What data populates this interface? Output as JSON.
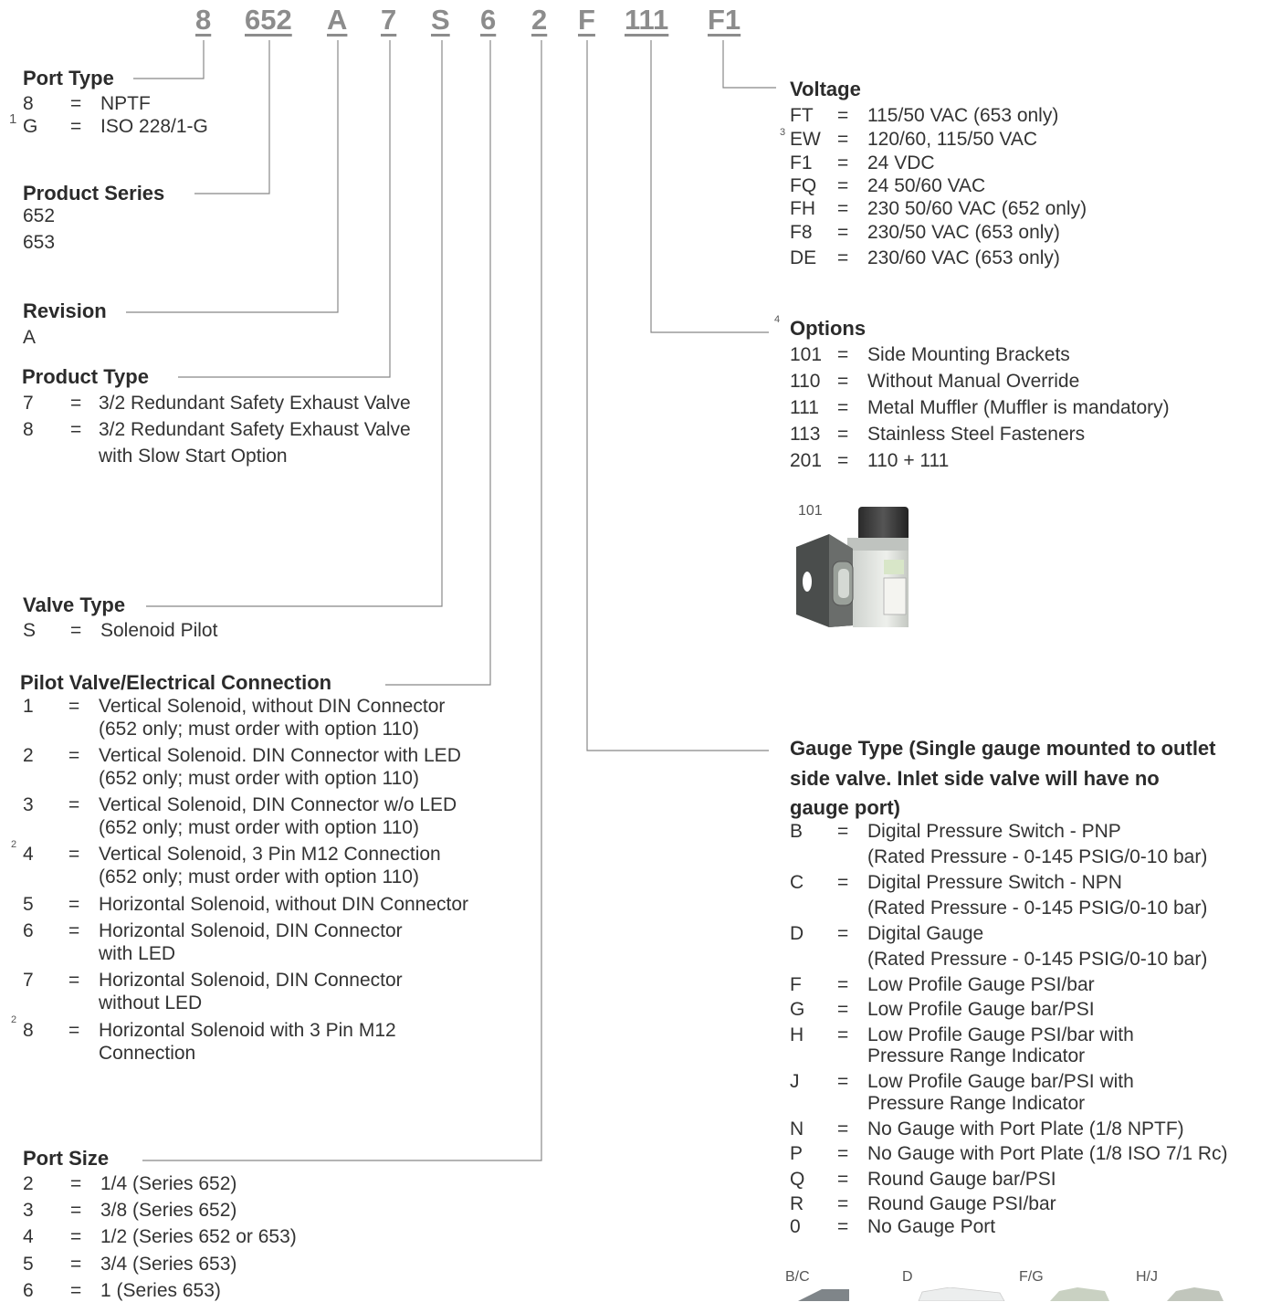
{
  "model_code": {
    "segments": [
      "8",
      "652",
      "A",
      "7",
      "S",
      "6",
      "2",
      "F",
      "111",
      "F1"
    ]
  },
  "port_type": {
    "title": "Port Type",
    "rows": [
      {
        "code": "8",
        "eq": "=",
        "desc": "NPTF",
        "note": ""
      },
      {
        "code": "G",
        "eq": "=",
        "desc": "ISO 228/1-G",
        "note": "1"
      }
    ]
  },
  "product_series": {
    "title": "Product Series",
    "values": [
      "652",
      "653"
    ]
  },
  "revision": {
    "title": "Revision",
    "value": "A"
  },
  "product_type": {
    "title": "Product Type",
    "rows": [
      {
        "code": "7",
        "eq": "=",
        "desc": "3/2 Redundant Safety Exhaust Valve",
        "desc2": ""
      },
      {
        "code": "8",
        "eq": "=",
        "desc": "3/2 Redundant Safety Exhaust Valve",
        "desc2": "with Slow Start Option"
      }
    ]
  },
  "valve_type": {
    "title": "Valve Type",
    "rows": [
      {
        "code": "S",
        "eq": "=",
        "desc": "Solenoid Pilot"
      }
    ]
  },
  "pilot_valve": {
    "title": "Pilot Valve/Electrical Connection",
    "rows": [
      {
        "code": "1",
        "eq": "=",
        "desc": "Vertical Solenoid, without DIN Connector",
        "desc2": "(652 only; must order with option 110)",
        "note": ""
      },
      {
        "code": "2",
        "eq": "=",
        "desc": "Vertical Solenoid. DIN Connector with LED",
        "desc2": "(652 only; must order with option 110)",
        "note": ""
      },
      {
        "code": "3",
        "eq": "=",
        "desc": "Vertical Solenoid, DIN Connector w/o LED",
        "desc2": "(652 only; must order with option 110)",
        "note": ""
      },
      {
        "code": "4",
        "eq": "=",
        "desc": "Vertical Solenoid, 3 Pin M12 Connection",
        "desc2": "(652 only; must order with option 110)",
        "note": "2"
      },
      {
        "code": "5",
        "eq": "=",
        "desc": "Horizontal Solenoid, without DIN Connector",
        "desc2": "",
        "note": ""
      },
      {
        "code": "6",
        "eq": "=",
        "desc": "Horizontal Solenoid, DIN Connector",
        "desc2": "with LED",
        "note": ""
      },
      {
        "code": "7",
        "eq": "=",
        "desc": "Horizontal Solenoid, DIN Connector",
        "desc2": "without LED",
        "note": ""
      },
      {
        "code": "8",
        "eq": "=",
        "desc": "Horizontal Solenoid with 3 Pin M12",
        "desc2": "Connection",
        "note": "2"
      }
    ]
  },
  "port_size": {
    "title": "Port Size",
    "rows": [
      {
        "code": "2",
        "eq": "=",
        "desc": "1/4 (Series 652)"
      },
      {
        "code": "3",
        "eq": "=",
        "desc": "3/8 (Series 652)"
      },
      {
        "code": "4",
        "eq": "=",
        "desc": "1/2 (Series 652 or 653)"
      },
      {
        "code": "5",
        "eq": "=",
        "desc": "3/4 (Series 653)"
      },
      {
        "code": "6",
        "eq": "=",
        "desc": "1 (Series 653)"
      }
    ]
  },
  "voltage": {
    "title": "Voltage",
    "rows": [
      {
        "code": "FT",
        "eq": "=",
        "desc": "115/50 VAC (653 only)",
        "note": ""
      },
      {
        "code": "EW",
        "eq": "=",
        "desc": "120/60, 115/50 VAC",
        "note": "3"
      },
      {
        "code": "F1",
        "eq": "=",
        "desc": "24 VDC",
        "note": ""
      },
      {
        "code": "FQ",
        "eq": "=",
        "desc": "24 50/60 VAC",
        "note": ""
      },
      {
        "code": "FH",
        "eq": "=",
        "desc": "230 50/60 VAC (652 only)",
        "note": ""
      },
      {
        "code": "F8",
        "eq": "=",
        "desc": "230/50 VAC (653 only)",
        "note": ""
      },
      {
        "code": "DE",
        "eq": "=",
        "desc": "230/60 VAC (653 only)",
        "note": ""
      }
    ]
  },
  "options": {
    "title": "Options",
    "note": "4",
    "rows": [
      {
        "code": "101",
        "eq": "=",
        "desc": "Side Mounting Brackets"
      },
      {
        "code": "110",
        "eq": "=",
        "desc": "Without Manual Override"
      },
      {
        "code": "111",
        "eq": "=",
        "desc": "Metal Muffler (Muffler is mandatory)"
      },
      {
        "code": "113",
        "eq": "=",
        "desc": "Stainless Steel Fasteners"
      },
      {
        "code": "201",
        "eq": "=",
        "desc": "110 + 111"
      }
    ],
    "image_label": "101"
  },
  "gauge_type": {
    "title_lines": [
      "Gauge Type (Single gauge mounted to outlet",
      "side valve. Inlet side valve will have no",
      "gauge port)"
    ],
    "rows": [
      {
        "code": "B",
        "eq": "=",
        "desc": "Digital Pressure Switch - PNP",
        "desc2": "(Rated Pressure - 0-145 PSIG/0-10 bar)"
      },
      {
        "code": "C",
        "eq": "=",
        "desc": "Digital Pressure Switch - NPN",
        "desc2": "(Rated Pressure - 0-145 PSIG/0-10 bar)"
      },
      {
        "code": "D",
        "eq": "=",
        "desc": "Digital Gauge",
        "desc2": "(Rated Pressure - 0-145 PSIG/0-10 bar)"
      },
      {
        "code": "F",
        "eq": "=",
        "desc": "Low Profile Gauge PSI/bar",
        "desc2": ""
      },
      {
        "code": "G",
        "eq": "=",
        "desc": "Low Profile Gauge bar/PSI",
        "desc2": ""
      },
      {
        "code": "H",
        "eq": "=",
        "desc": "Low Profile Gauge PSI/bar with",
        "desc2": "Pressure Range Indicator"
      },
      {
        "code": "J",
        "eq": "=",
        "desc": "Low Profile Gauge bar/PSI with",
        "desc2": "Pressure Range Indicator"
      },
      {
        "code": "N",
        "eq": "=",
        "desc": "No Gauge with Port Plate (1/8 NPTF)",
        "desc2": ""
      },
      {
        "code": "P",
        "eq": "=",
        "desc": "No Gauge with Port Plate (1/8 ISO 7/1 Rc)",
        "desc2": ""
      },
      {
        "code": "Q",
        "eq": "=",
        "desc": "Round Gauge bar/PSI",
        "desc2": ""
      },
      {
        "code": "R",
        "eq": "=",
        "desc": "Round Gauge PSI/bar",
        "desc2": ""
      },
      {
        "code": "0",
        "eq": "=",
        "desc": "No Gauge Port",
        "desc2": ""
      }
    ],
    "image_labels": [
      "B/C",
      "D",
      "F/G",
      "H/J"
    ]
  }
}
